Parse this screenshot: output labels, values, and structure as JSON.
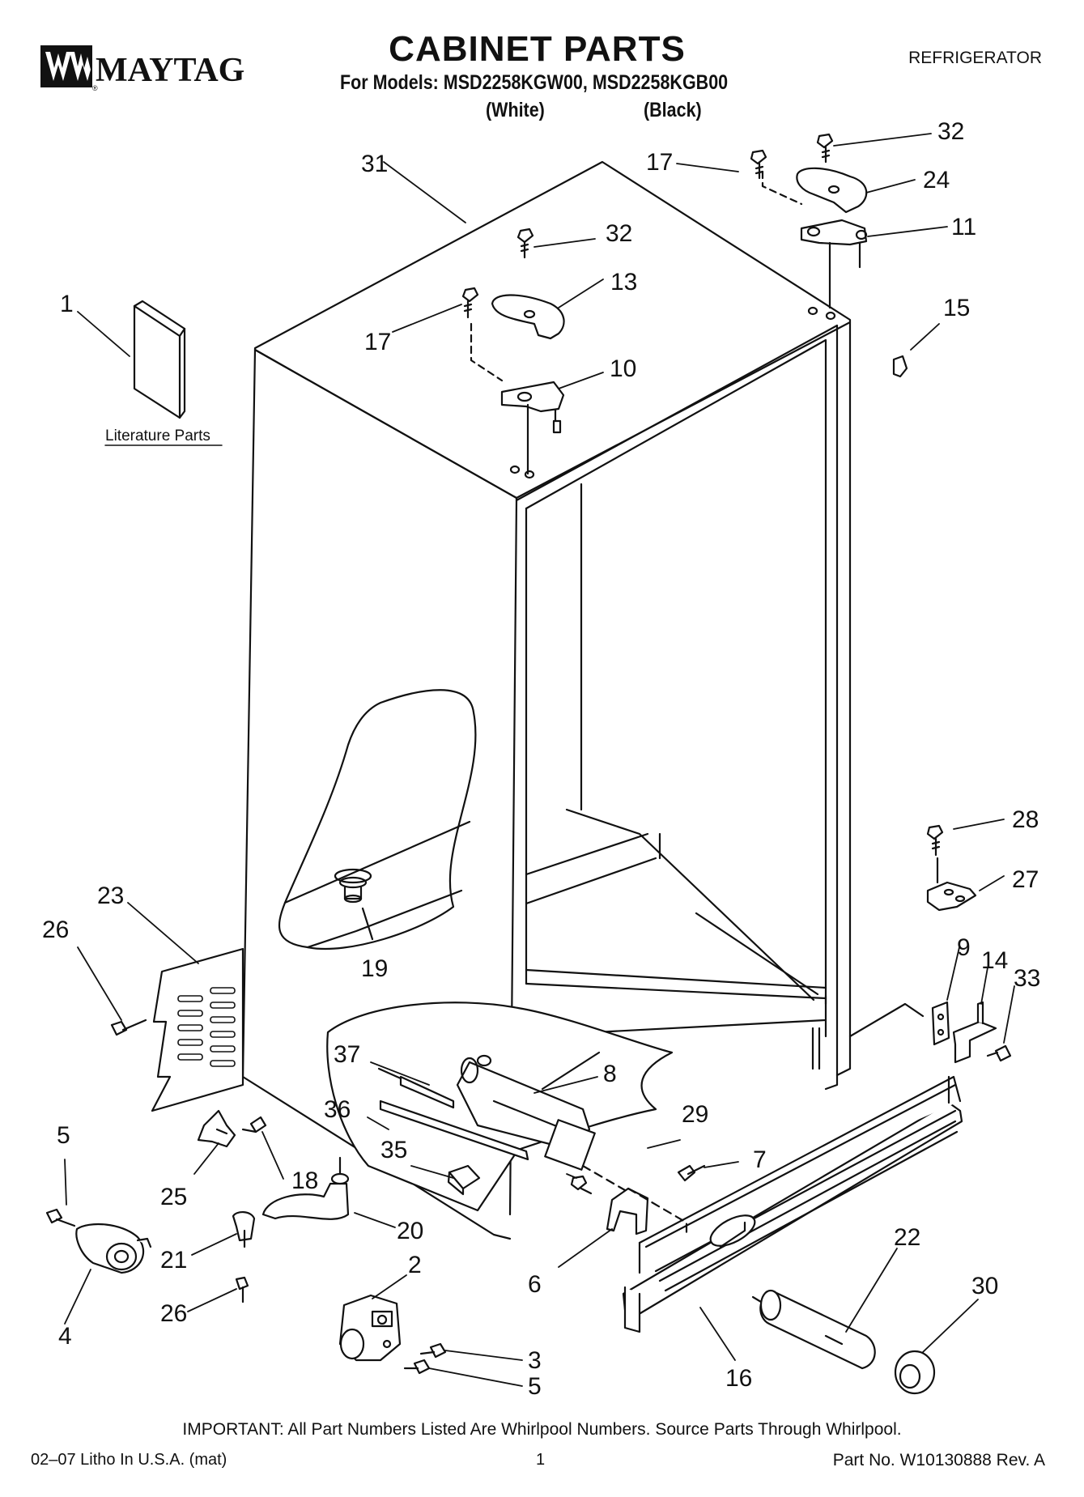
{
  "brand": "MAYTAG",
  "header": {
    "title": "CABINET PARTS",
    "models_line": "For Models: MSD2258KGW00, MSD2258KGB00",
    "variant_white": "(White)",
    "variant_black": "(Black)",
    "appliance": "REFRIGERATOR"
  },
  "literature_label": "Literature Parts",
  "callouts": [
    "31",
    "17",
    "32",
    "24",
    "11",
    "32",
    "13",
    "1",
    "17",
    "15",
    "10",
    "28",
    "27",
    "23",
    "26",
    "19",
    "9",
    "14",
    "33",
    "37",
    "8",
    "36",
    "29",
    "5",
    "35",
    "7",
    "25",
    "18",
    "20",
    "21",
    "2",
    "6",
    "22",
    "30",
    "26",
    "4",
    "3",
    "5",
    "16"
  ],
  "footer": {
    "important": "IMPORTANT: All Part Numbers Listed Are Whirlpool Numbers. Source Parts Through Whirlpool.",
    "litho": "02–07 Litho In U.S.A. (mat)",
    "page": "1",
    "part_no": "Part No. W10130888 Rev. A"
  }
}
